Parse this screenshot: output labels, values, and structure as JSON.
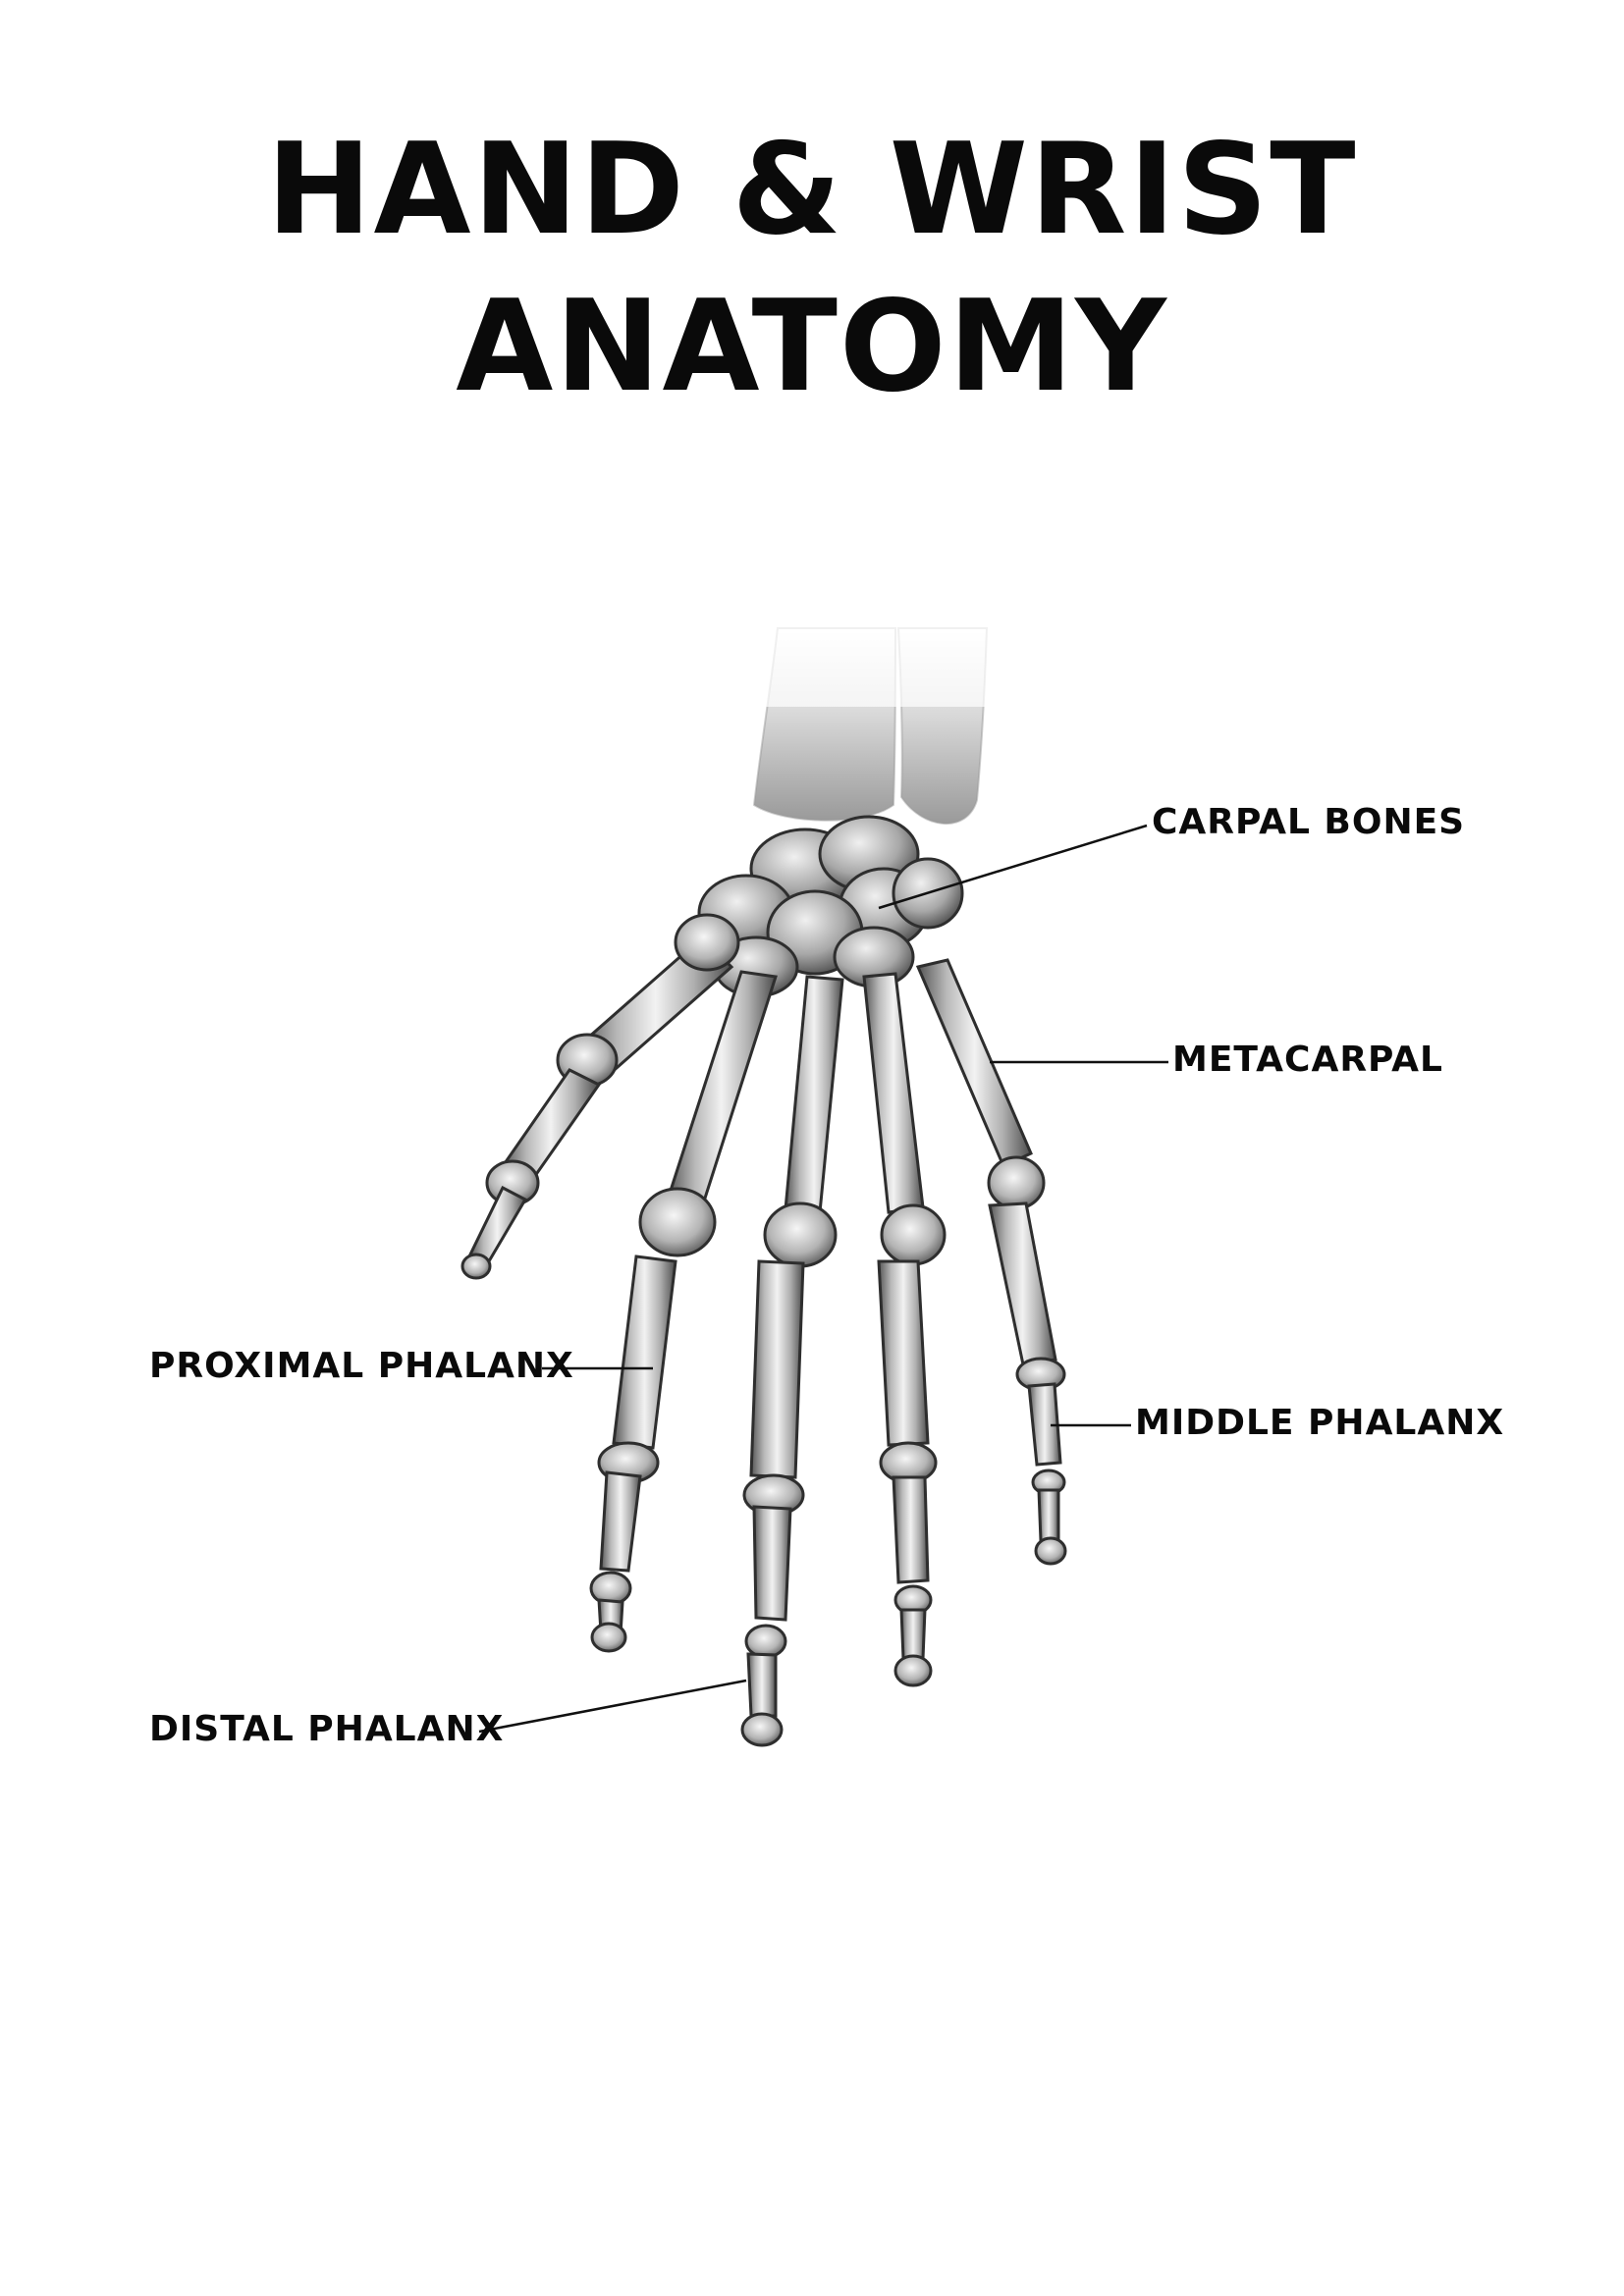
{
  "title": {
    "line1": "HAND & WRIST",
    "line2": "ANATOMY"
  },
  "labels": {
    "carpal_bones": "CARPAL BONES",
    "metacarpal": "METACARPAL",
    "proximal_phalanx": "PROXIMAL PHALANX",
    "middle_phalanx": "MIDDLE PHALANX",
    "distal_phalanx": "DISTAL PHALANX"
  },
  "colors": {
    "text": "#0a0a0a",
    "leader_line": "#111111",
    "bone_light": "#f4f4f4",
    "bone_mid": "#bdbdbd",
    "bone_dark": "#4a4a4a"
  }
}
